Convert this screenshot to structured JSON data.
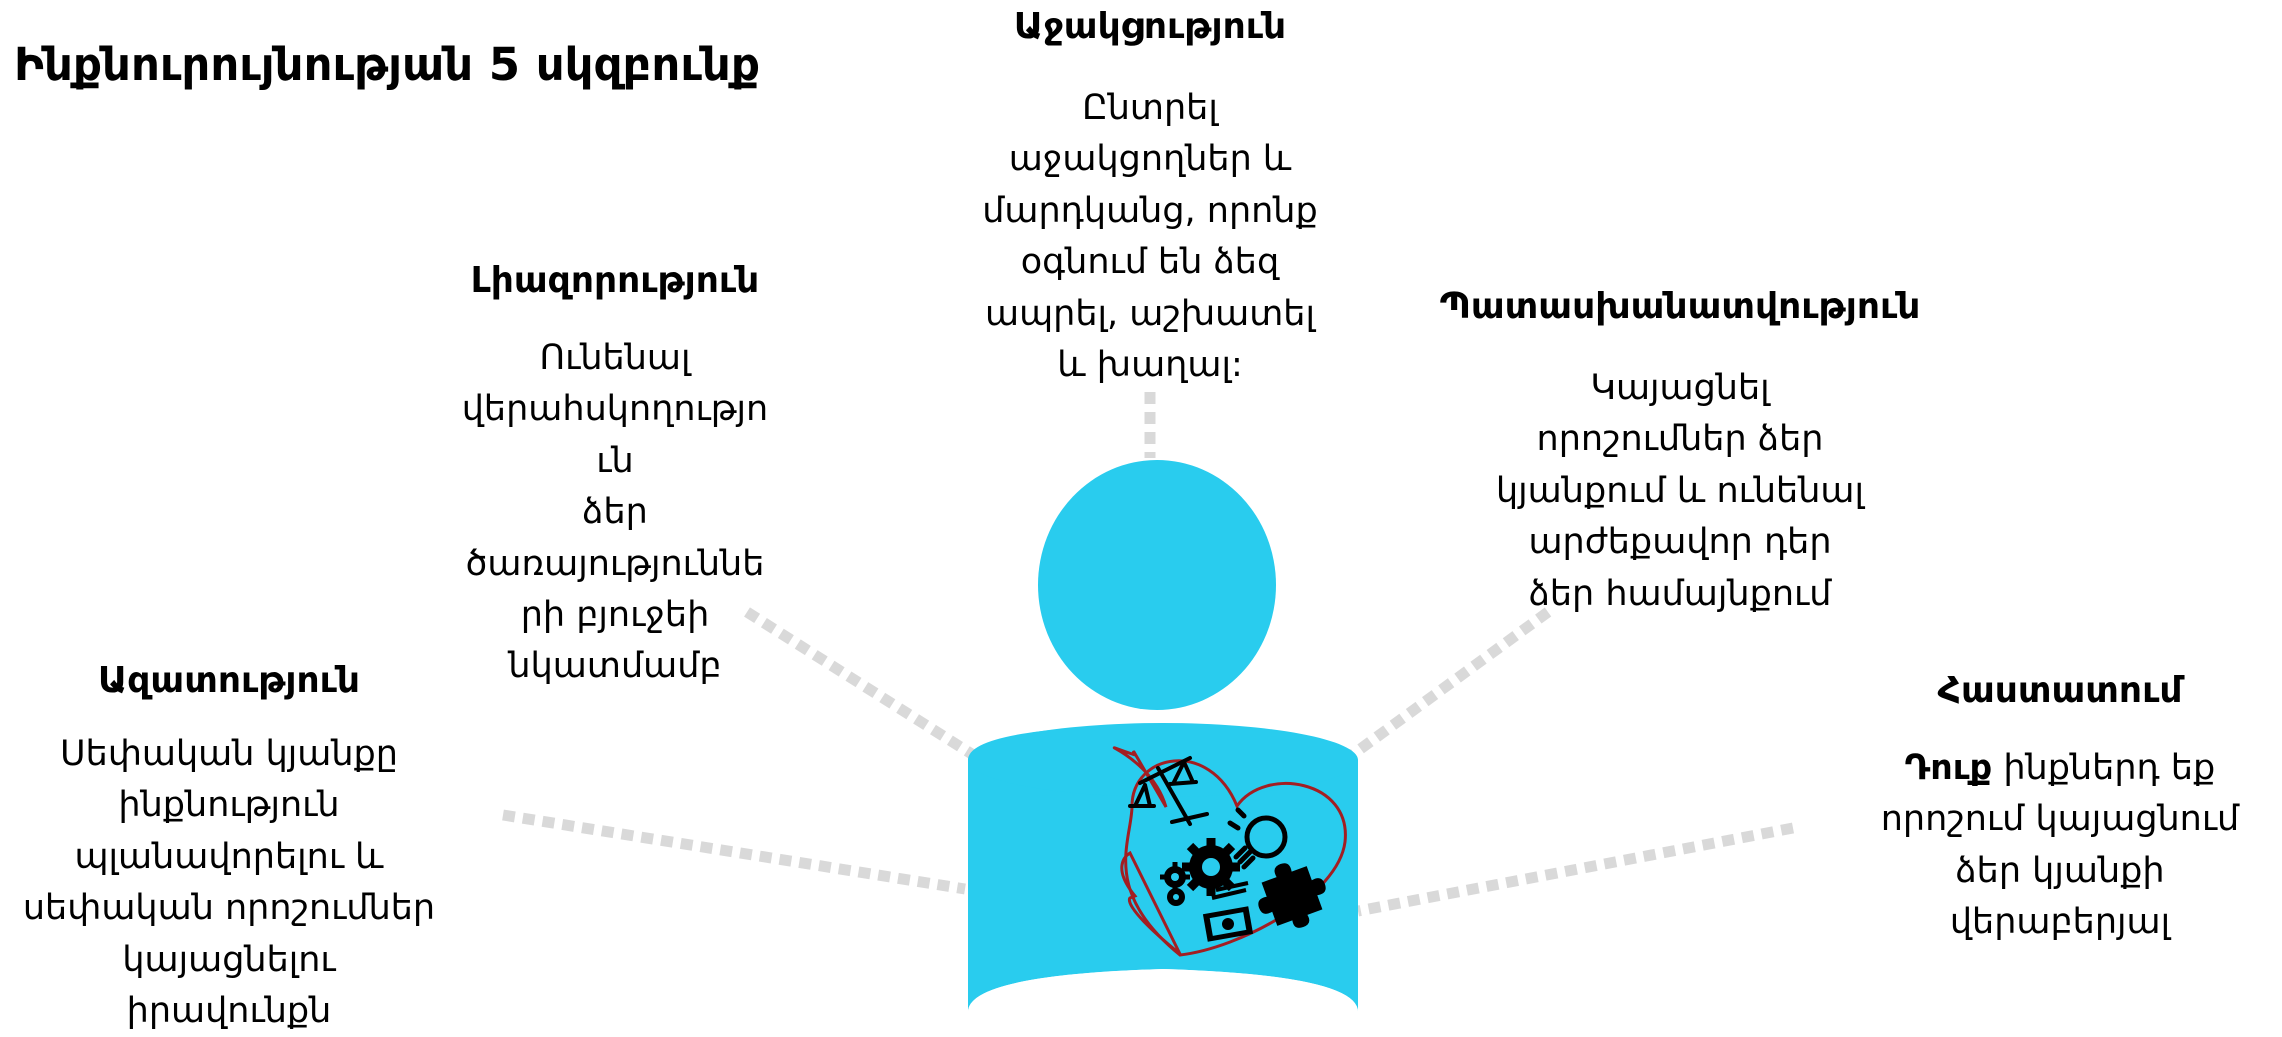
{
  "title": "Ինքնուրույնության 5 սկզբունք",
  "colors": {
    "figure": "#29CCEE",
    "connector": "#D9D9D9",
    "heart_outline": "#A31E22",
    "icons": "#000000"
  },
  "center_figure": {
    "icons": [
      "scales-icon",
      "lightbulb-icon",
      "gears-icon",
      "puzzle-piece-icon",
      "money-icon"
    ]
  },
  "principles": [
    {
      "id": "support",
      "heading": "Աջակցություն",
      "lines": [
        "Ընտրել",
        "աջակցողներ և",
        "մարդկանց, որոնք",
        "օգնում են ձեզ",
        "ապրել, աշխատել",
        "և խաղալ:"
      ]
    },
    {
      "id": "authority",
      "heading": "Լիազորություն",
      "lines": [
        "Ունենալ",
        "վերահսկողությո",
        "ւն",
        "ձեր",
        "ծառայություննե",
        "րի բյուջեի",
        "նկատմամբ"
      ]
    },
    {
      "id": "responsibility",
      "heading": "Պատասխանատվություն",
      "lines": [
        "Կայացնել",
        "որոշումներ ձեր",
        "կյանքում և ունենալ",
        "արժեքավոր դեր",
        "ձեր համայնքում"
      ]
    },
    {
      "id": "freedom",
      "heading": "Ազատություն",
      "lines": [
        "Սեփական կյանքը",
        "ինքնություն",
        "պլանավորելու և",
        "սեփական որոշումներ",
        "կայացնելու",
        "իրավունքն"
      ]
    },
    {
      "id": "confirmation",
      "heading": "Հաստատում",
      "emphasis": "Դուք",
      "first_line_rest": " ինքներդ եք",
      "lines": [
        "որոշում կայացնում",
        "ձեր կյանքի",
        "վերաբերյալ"
      ]
    }
  ]
}
